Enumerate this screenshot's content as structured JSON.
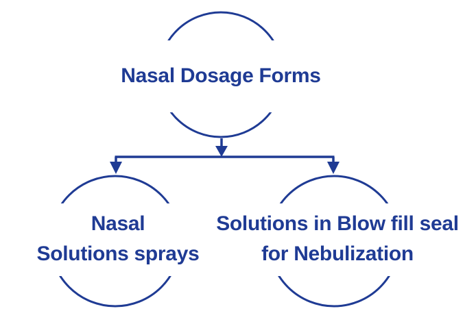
{
  "diagram": {
    "type": "tree",
    "background_color": "#FFFFFF",
    "accent_color": "#1F3B94",
    "root": {
      "label": "Nasal Dosage Forms"
    },
    "children": [
      {
        "lines": [
          "Nasal",
          "Solutions sprays"
        ]
      },
      {
        "lines": [
          "Solutions in Blow fill seal",
          "for Nebulization"
        ]
      }
    ]
  }
}
